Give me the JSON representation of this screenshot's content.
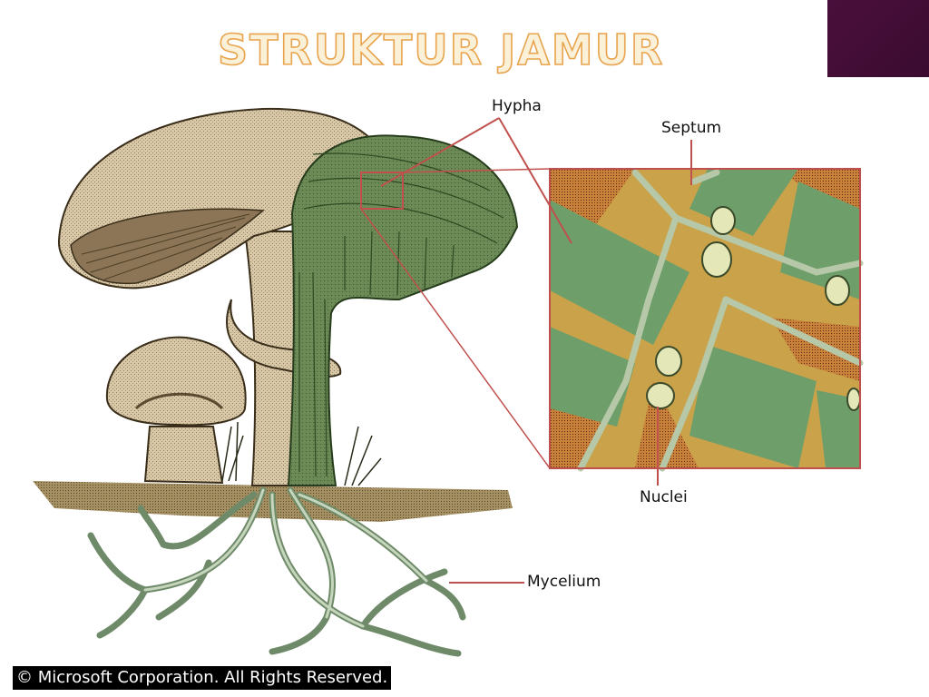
{
  "slide": {
    "title": "STRUKTUR JAMUR",
    "accent_color": "#e8a44e",
    "corner_color": "#4a0f3c"
  },
  "diagram": {
    "labels": {
      "hypha": "Hypha",
      "septum": "Septum",
      "nuclei": "Nuclei",
      "mycelium": "Mycelium"
    },
    "leader_color": "#c0504d"
  },
  "footer": {
    "copyright": "© Microsoft Corporation. All Rights Reserved."
  }
}
